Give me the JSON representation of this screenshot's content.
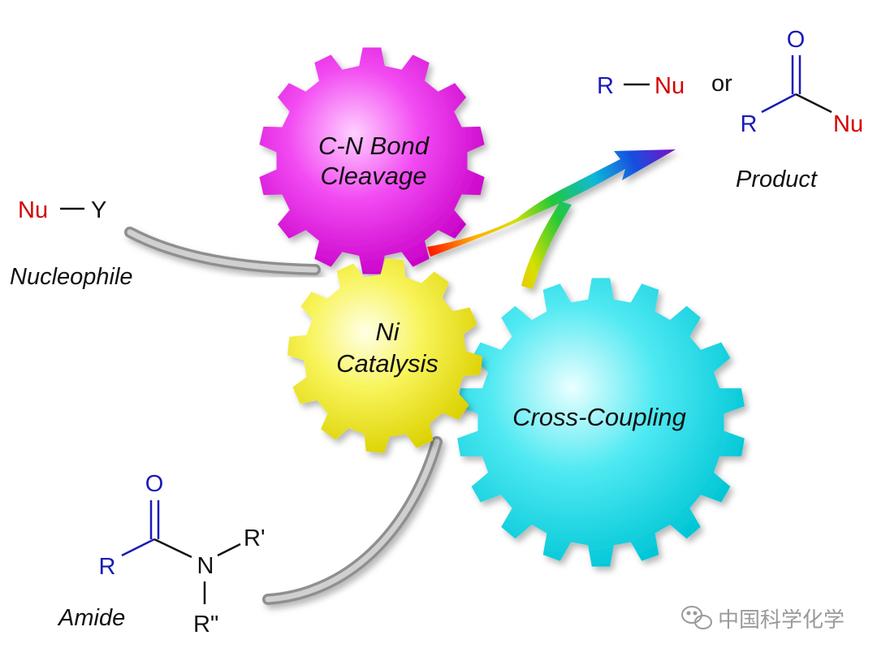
{
  "colors": {
    "heteroatom_red": "#d40000",
    "carbon_r_blue": "#1a1ab8",
    "black": "#111111",
    "gear_magenta": "#ee22ee",
    "gear_yellow": "#f5f24a",
    "gear_cyan": "#38e4ee",
    "track_grey": "#a8a8a8"
  },
  "nucleophile": {
    "nu": "Nu",
    "y": "Y",
    "caption": "Nucleophile"
  },
  "amide": {
    "r": "R",
    "o": "O",
    "n": "N",
    "r1": "R'",
    "r2": "R\"",
    "caption": "Amide"
  },
  "gears": {
    "cn": {
      "line1": "C-N Bond",
      "line2": "Cleavage",
      "color": "#ee22ee"
    },
    "ni": {
      "line1": "Ni",
      "line2": "Catalysis",
      "color": "#f5f24a"
    },
    "cc": {
      "line1": "Cross-Coupling",
      "color": "#38e4ee"
    }
  },
  "product": {
    "r_nu": {
      "r": "R",
      "nu": "Nu"
    },
    "or": "or",
    "ketone": {
      "o": "O",
      "r": "R",
      "nu": "Nu"
    },
    "caption": "Product"
  },
  "watermark": {
    "icon": "wechat-icon",
    "text": "中国科学化学"
  }
}
